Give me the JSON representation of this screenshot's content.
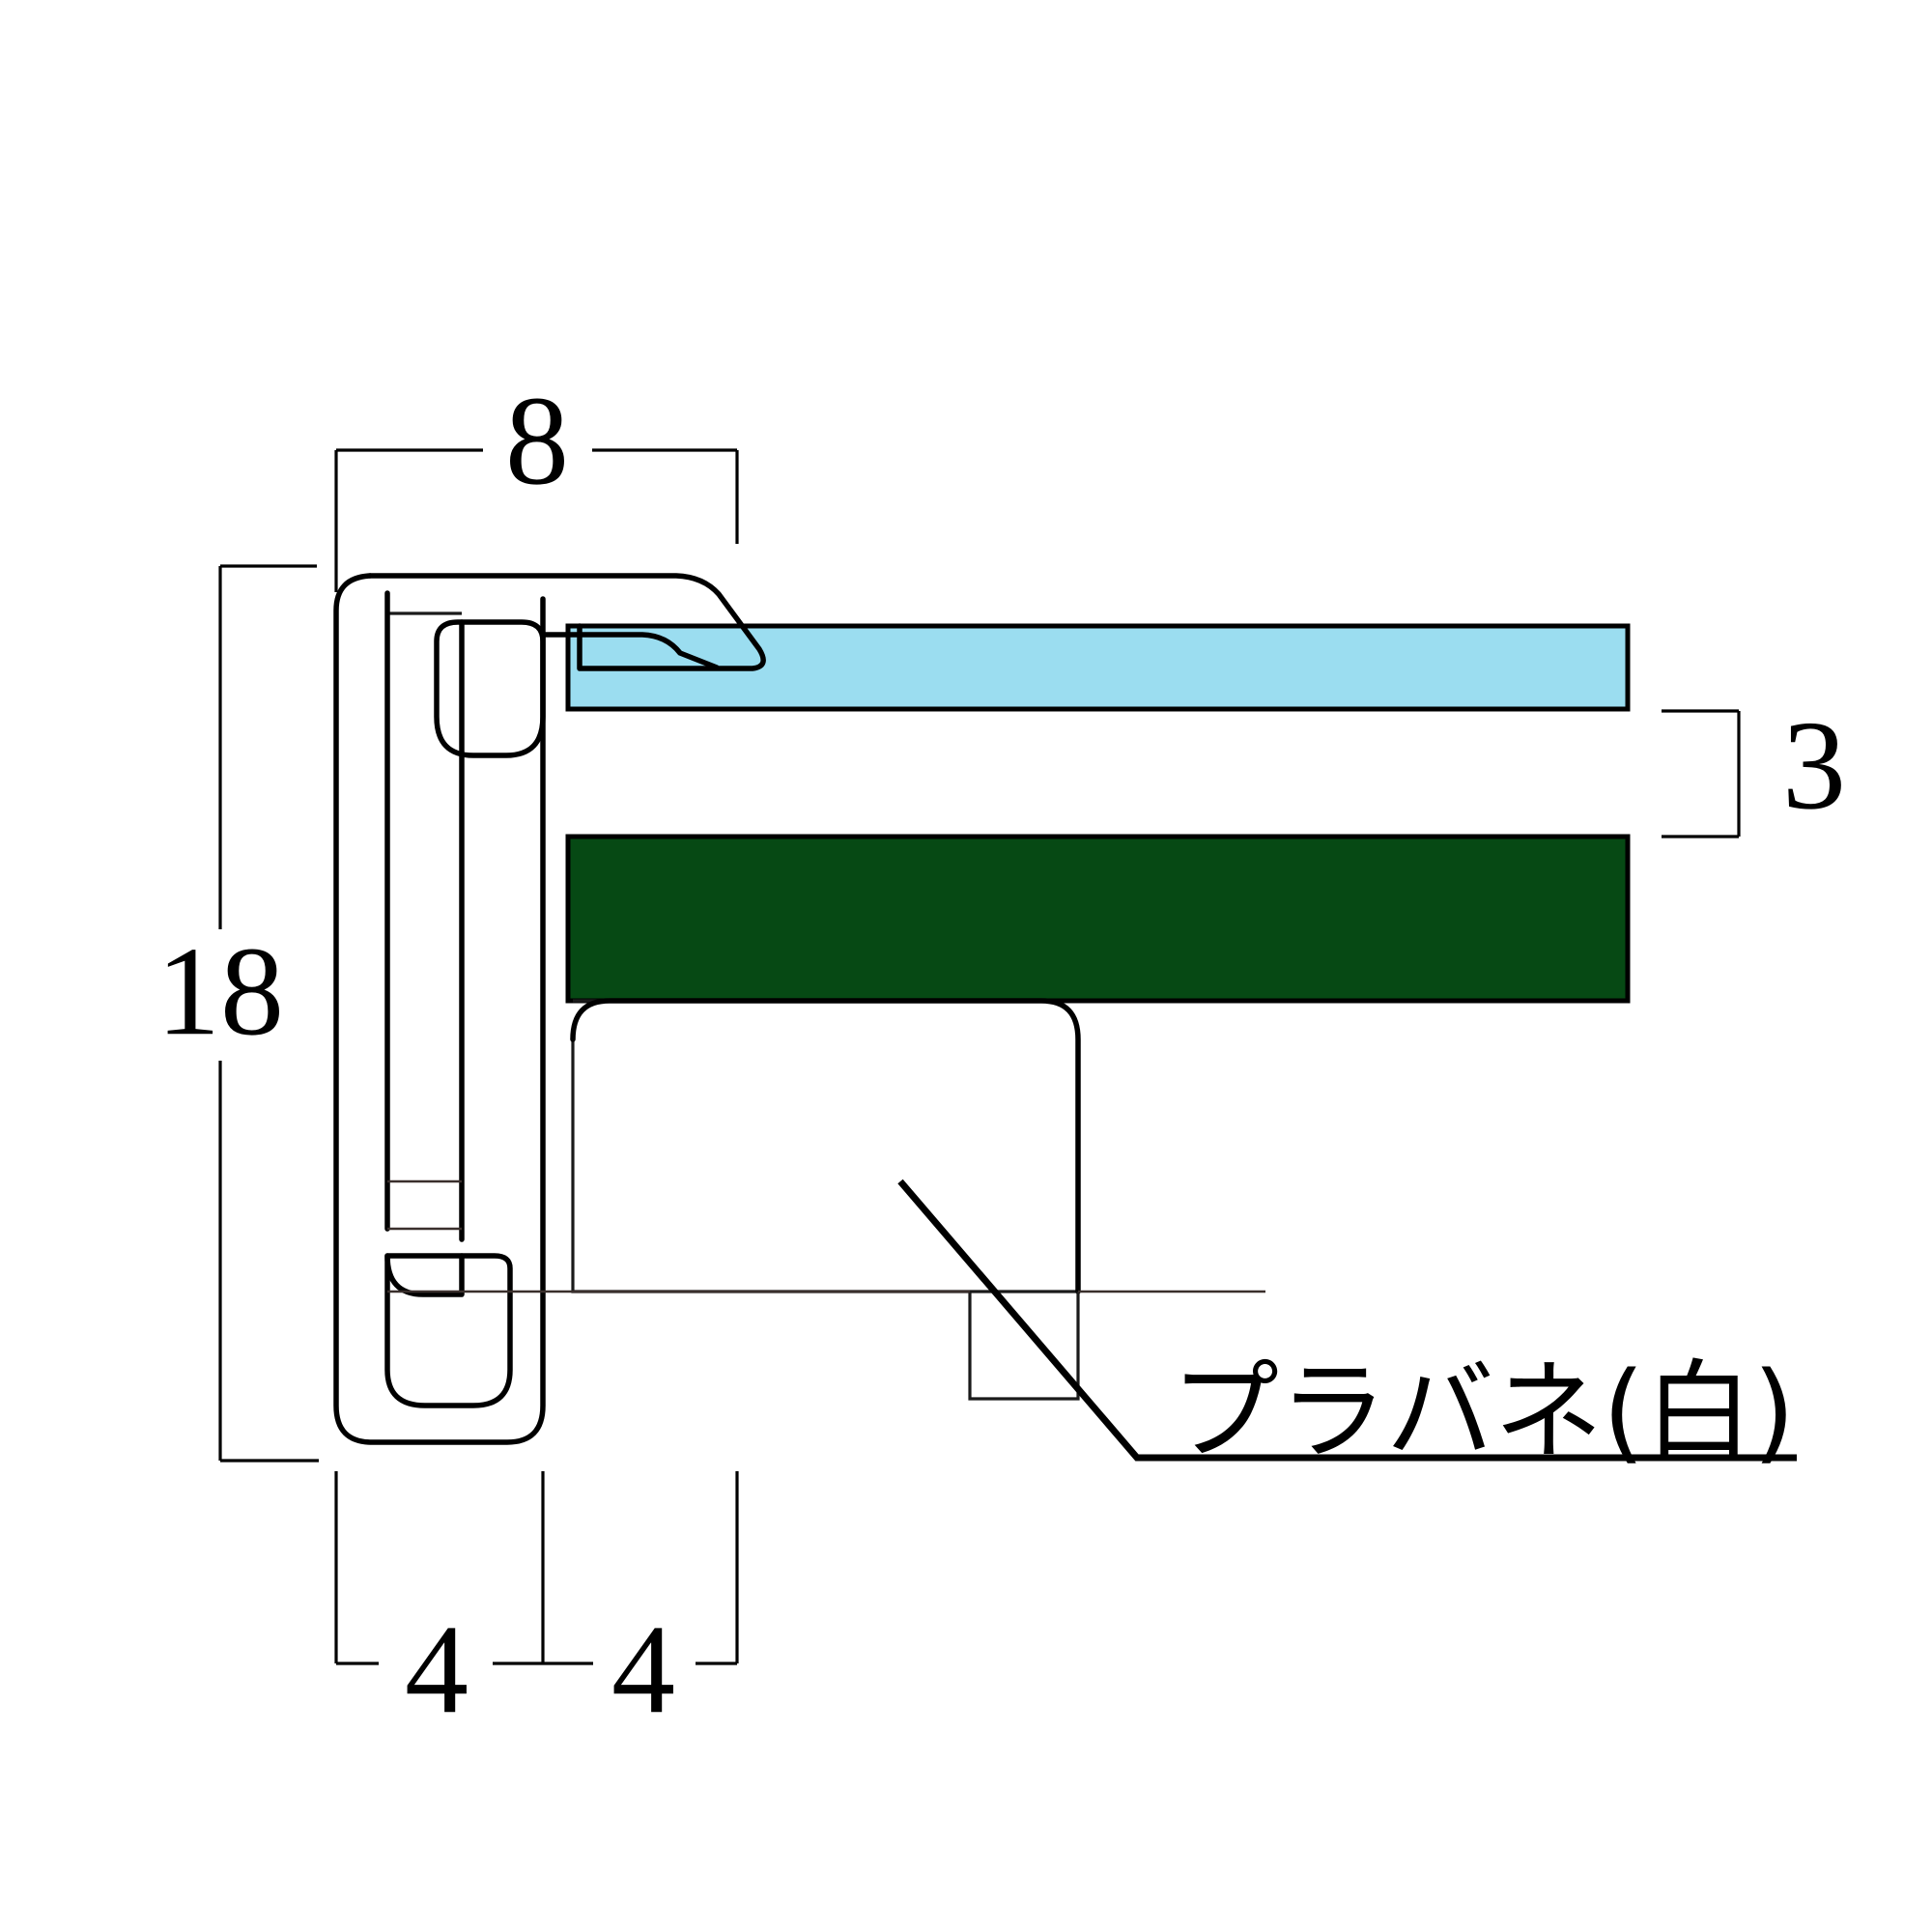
{
  "drawing": {
    "title": "Frame Profile Cross-Section",
    "units": "mm",
    "background_color": "#ffffff",
    "line_color": "#000000"
  },
  "dimensions": {
    "width_total": {
      "label": "8",
      "value": 8,
      "position": "top",
      "orientation": "horizontal"
    },
    "height_total": {
      "label": "18",
      "value": 18,
      "position": "left",
      "orientation": "vertical"
    },
    "glazing_gap": {
      "label": "3",
      "value": 3,
      "position": "right",
      "orientation": "vertical"
    },
    "bottom_left": {
      "label": "4",
      "value": 4,
      "position": "bottom-left",
      "orientation": "horizontal"
    },
    "bottom_right": {
      "label": "4",
      "value": 4,
      "position": "bottom-right",
      "orientation": "horizontal"
    }
  },
  "annotations": {
    "spring_note": {
      "text": "プラバネ(白)",
      "leader": "diagonal-with-horizontal-shelf"
    }
  },
  "materials": {
    "glazing_panel": {
      "name": "glazing-panel",
      "color": "#9BDDF0",
      "edge_color": "#000000"
    },
    "backing_panel": {
      "name": "backing-panel",
      "color": "#064914",
      "edge_color": "#000000"
    },
    "frame_profile": {
      "name": "aluminium-frame-profile",
      "fill": "#ffffff",
      "stroke": "#000000"
    },
    "spring_block": {
      "name": "plastic-spring-block",
      "fill": "#ffffff",
      "stroke": "#000000"
    }
  }
}
